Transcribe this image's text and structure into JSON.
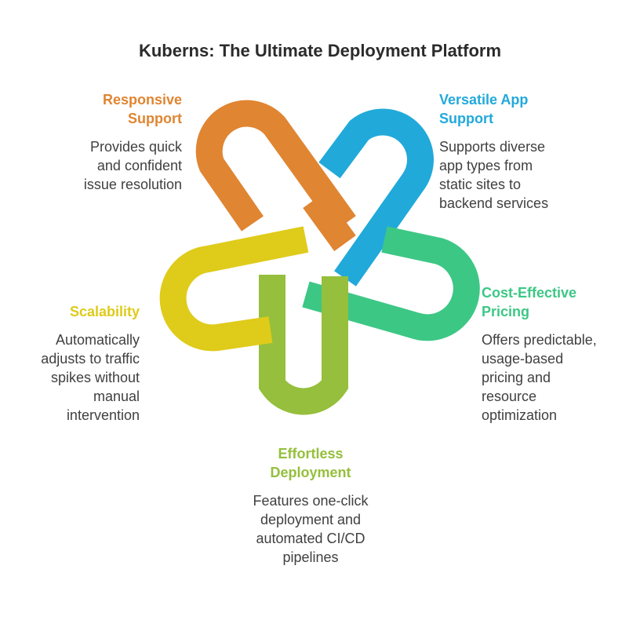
{
  "title": "Kuberns: The Ultimate Deployment Platform",
  "colors": {
    "orange": "#E08532",
    "blue": "#21A9DA",
    "green": "#3DC785",
    "olive": "#95BF3C",
    "yellow": "#DFCB1A"
  },
  "features": [
    {
      "heading": [
        "Responsive",
        "Support"
      ],
      "description": [
        "Provides quick",
        "and confident",
        "issue resolution"
      ],
      "color": "#E08532"
    },
    {
      "heading": [
        "Versatile App",
        "Support"
      ],
      "description": [
        "Supports diverse",
        "app types from",
        "static sites to",
        "backend services"
      ],
      "color": "#21A9DA"
    },
    {
      "heading": [
        "Cost-Effective",
        "Pricing"
      ],
      "description": [
        "Offers predictable,",
        "usage-based",
        "pricing and",
        "resource",
        "optimization"
      ],
      "color": "#3DC785"
    },
    {
      "heading": [
        "Effortless",
        "Deployment"
      ],
      "description": [
        "Features one-click",
        "deployment and",
        "automated CI/CD",
        "pipelines"
      ],
      "color": "#95BF3C"
    },
    {
      "heading": [
        "Scalability"
      ],
      "description": [
        "Automatically",
        "adjusts to traffic",
        "spikes without",
        "manual",
        "intervention"
      ],
      "color": "#DFCB1A"
    }
  ]
}
